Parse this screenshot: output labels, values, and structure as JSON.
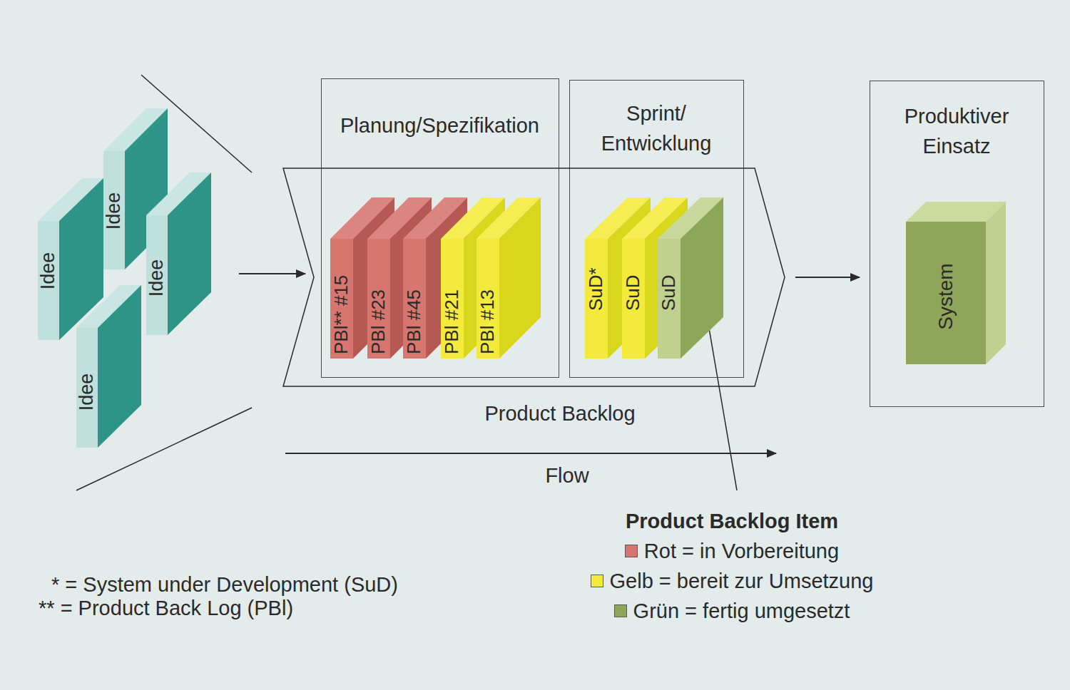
{
  "diagram": {
    "nodes": [
      {
        "text": [
          "Idee"
        ]
      },
      {
        "text": [
          "Idee"
        ]
      },
      {
        "text": [
          "Idee"
        ]
      },
      {
        "text": [
          "Idee"
        ]
      },
      {
        "text": [
          "Planung/Spezifikation"
        ]
      },
      {
        "text": [
          "PBl** #15"
        ],
        "in": 4
      },
      {
        "text": [
          "PBl #23"
        ],
        "in": 4
      },
      {
        "text": [
          "PBl #45"
        ],
        "in": 4
      },
      {
        "text": [
          "PBl #21"
        ],
        "in": 4
      },
      {
        "text": [
          "PBl #13"
        ],
        "in": 4
      },
      {
        "text": [
          "Sprint/ Entwicklung"
        ]
      },
      {
        "text": [
          "SuD*"
        ],
        "in": 10
      },
      {
        "text": [
          "SuD"
        ],
        "in": 10
      },
      {
        "text": [
          "SuD"
        ],
        "in": 10
      },
      {
        "text": [
          "Product Backlog"
        ]
      },
      {
        "text": [
          "Produktiver Einsatz"
        ]
      },
      {
        "text": [
          "System"
        ],
        "in": 15
      }
    ],
    "edges": [
      {
        "from": 2,
        "to": 14,
        "arrow": "to"
      },
      {
        "from": 14,
        "to": 15,
        "arrow": "to"
      }
    ],
    "labels": [
      "Flow",
      "Product Backlog Item",
      "* = System under Development (SuD)",
      "** = Product Back Log (PBl)"
    ],
    "legend": [
      {
        "text": "Rot = in Vorbereitung",
        "color": "#d6766f"
      },
      {
        "text": "Gelb = bereit zur Umsetzung",
        "color": "#f4ea3c"
      },
      {
        "text": "Grün = fertig umgesetzt",
        "color": "#8da659"
      }
    ]
  }
}
